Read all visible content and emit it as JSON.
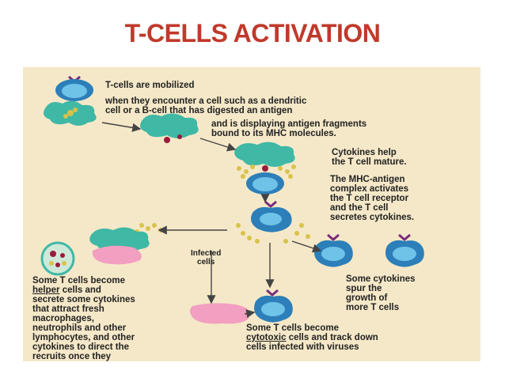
{
  "title": "T-CELLS ACTIVATION",
  "colors": {
    "title": "#c0392b",
    "background": "#f5e8c8",
    "t_cell_outer": "#2c7fb8",
    "t_cell_inner": "#6fc3e8",
    "dendritic_cell": "#3fb8a5",
    "receptor": "#7a2d7a",
    "mhc_antigen": "#9b1b3a",
    "cytokine_dot": "#d8c24a",
    "infected_cell": "#f29fc1"
  },
  "labels": {
    "mobilized": "T-cells are mobilized",
    "encounter": "when they encounter a cell such as a dendritic\ncell or a B-cell that has digested an antigen",
    "displaying": "and is displaying antigen fragments\nbound to its MHC molecules.",
    "cytokines_help": "Cytokines help\nthe T cell mature.",
    "mhc_complex": "The MHC-antigen\ncomplex activates\nthe T cell receptor\nand the T cell\nsecretes cytokines.",
    "infected_cells": "Infected\ncells",
    "spur_growth": "Some cytokines\nspur the\ngrowth of\nmore T cells",
    "helper_prefix": "Some T cells become",
    "helper_word": "helper",
    "helper_rest": " cells and\nsecrete some cytokines\nthat attract fresh\nmacrophages,\nneutrophils and other\nlymphocytes, and other\ncytokines to direct the\nrecruits once they\narrive on the scene",
    "cytotoxic_prefix": "Some T cells become\n",
    "cytotoxic_word": "cytotoxic",
    "cytotoxic_rest": " cells and track down\ncells infected with viruses"
  }
}
